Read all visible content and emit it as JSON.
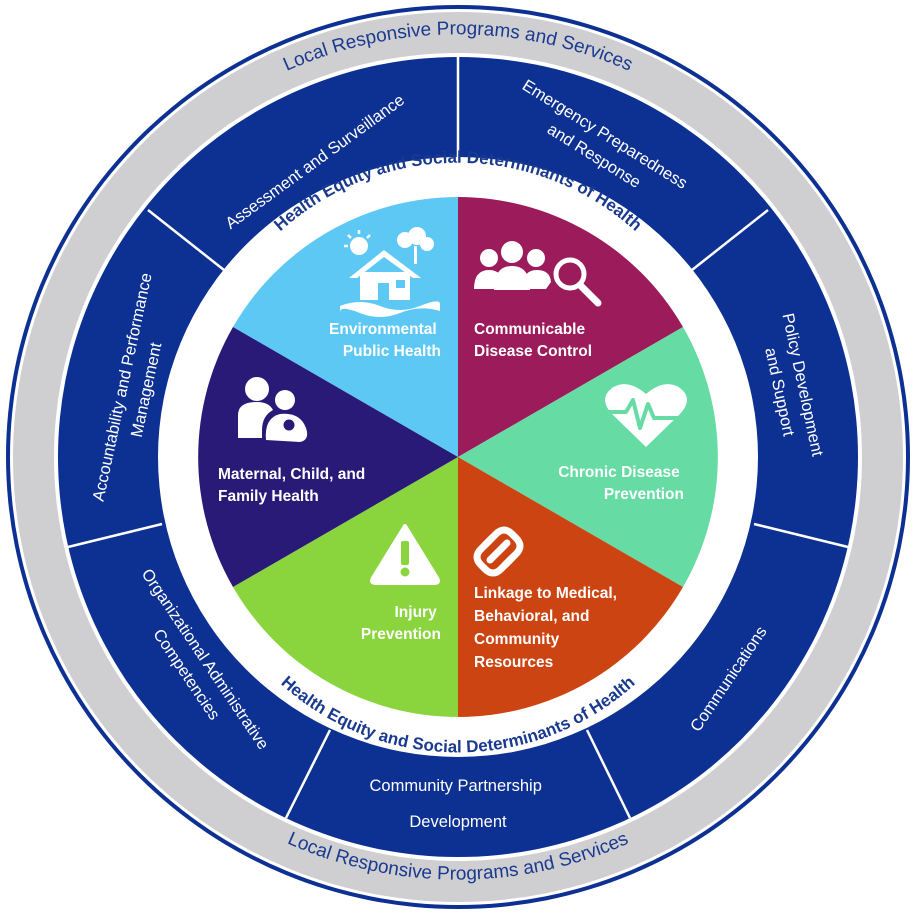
{
  "outer_ring": {
    "top_label": "Local Responsive Programs and Services",
    "bottom_label": "Local Responsive Programs and Services"
  },
  "capabilities": {
    "assessment": "Assessment and Surveillance",
    "emergency": [
      "Emergency Preparedness",
      "and Response"
    ],
    "policy": [
      "Policy Development",
      "and Support"
    ],
    "communications": "Communications",
    "partnership": [
      "Community Partnership",
      "Development"
    ],
    "organizational": [
      "Organizational Administrative",
      "Competencies"
    ],
    "accountability": [
      "Accountability and Performance",
      "Management"
    ]
  },
  "equity": {
    "top_label": "Health Equity and Social Determinants of Health",
    "bottom_label": "Health Equity and Social Determinants of Health"
  },
  "services": {
    "environmental": [
      "Environmental",
      "Public Health"
    ],
    "communicable": [
      "Communicable",
      "Disease Control"
    ],
    "chronic": [
      "Chronic Disease",
      "Prevention"
    ],
    "linkage": [
      "Linkage to Medical,",
      "Behavioral, and",
      "Community",
      "Resources"
    ],
    "injury": [
      "Injury",
      "Prevention"
    ],
    "maternal": [
      "Maternal, Child, and",
      "Family Health"
    ]
  },
  "colors": {
    "navy": "#0d3192",
    "gray_ring": "#cfcfd1",
    "text_blue": "#1a3a8f",
    "environmental": "#5ec8f5",
    "communicable": "#9c1b5a",
    "chronic": "#66dba3",
    "linkage": "#cc4411",
    "injury": "#8ad43d",
    "maternal": "#2a1a78"
  },
  "icons": {
    "environmental": "house-nature-icon",
    "communicable": "group-magnifier-icon",
    "chronic": "heart-pulse-icon",
    "linkage": "chain-link-icon",
    "injury": "warning-triangle-icon",
    "maternal": "family-icon"
  }
}
